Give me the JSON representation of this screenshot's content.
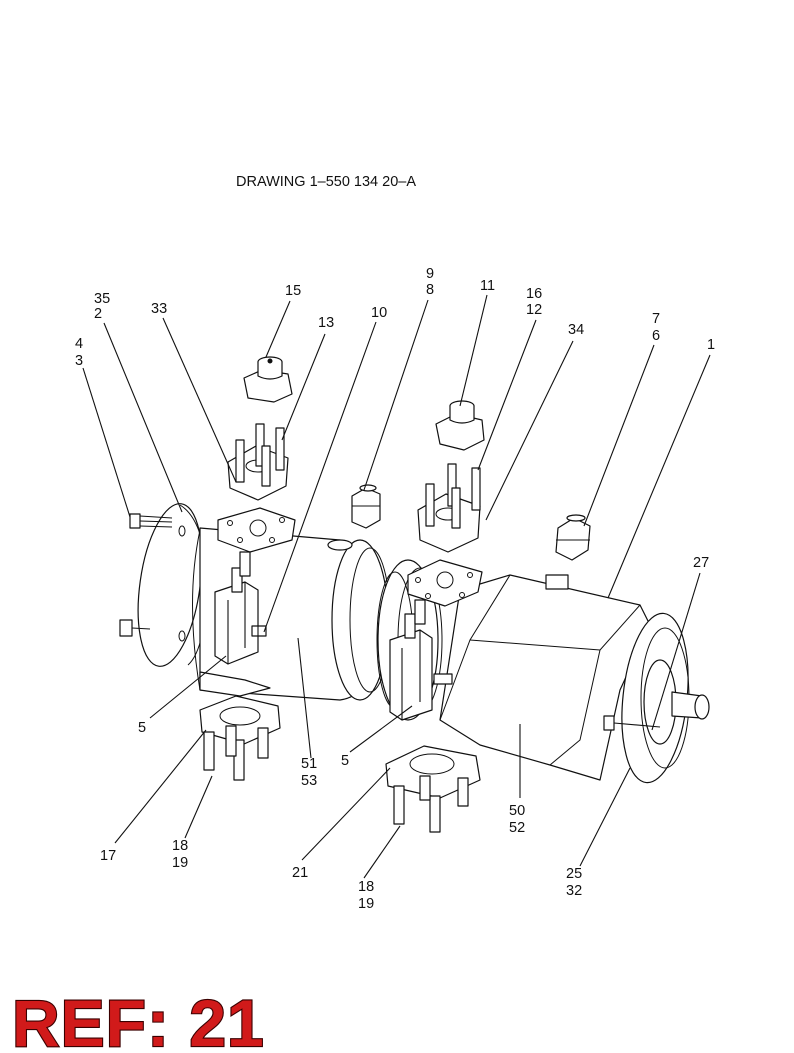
{
  "drawing_title": "DRAWING 1–550 134 20–A",
  "reference_badge": "REF: 21",
  "callouts": {
    "c_35_2": [
      "35",
      "2"
    ],
    "c_4_3": [
      "4",
      "3"
    ],
    "c_33": [
      "33"
    ],
    "c_15": [
      "15"
    ],
    "c_13": [
      "13"
    ],
    "c_10": [
      "10"
    ],
    "c_9_8": [
      "9",
      "8"
    ],
    "c_11": [
      "11"
    ],
    "c_16_12": [
      "16",
      "12"
    ],
    "c_34": [
      "34"
    ],
    "c_7_6": [
      "7",
      "6"
    ],
    "c_1": [
      "1"
    ],
    "c_27": [
      "27"
    ],
    "c_5a": [
      "5"
    ],
    "c_51_53": [
      "51",
      "53"
    ],
    "c_5b": [
      "5"
    ],
    "c_50_52": [
      "50",
      "52"
    ],
    "c_17": [
      "17"
    ],
    "c_18_19a": [
      "18",
      "19"
    ],
    "c_21": [
      "21"
    ],
    "c_18_19b": [
      "18",
      "19"
    ],
    "c_25_32": [
      "25",
      "32"
    ]
  }
}
